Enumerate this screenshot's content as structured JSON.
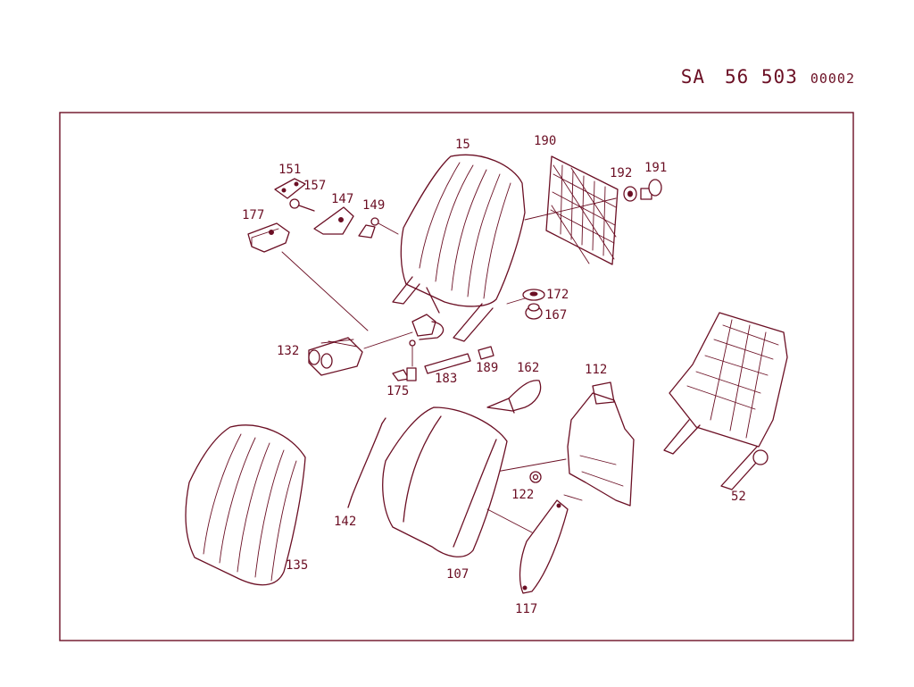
{
  "sheet": {
    "prefix": "SA",
    "number": "56 503",
    "suffix": "00002"
  },
  "parts": {
    "p15": "15",
    "p190": "190",
    "p192": "192",
    "p191": "191",
    "p151": "151",
    "p157": "157",
    "p147": "147",
    "p149": "149",
    "p177": "177",
    "p172": "172",
    "p167": "167",
    "p132": "132",
    "p175": "175",
    "p183": "183",
    "p189": "189",
    "p162": "162",
    "p112": "112",
    "p122": "122",
    "p142": "142",
    "p135": "135",
    "p107": "107",
    "p117": "117",
    "p52": "52"
  }
}
